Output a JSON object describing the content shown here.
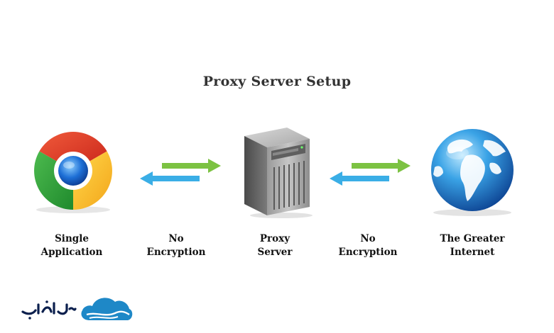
{
  "title": "Proxy Server Setup",
  "nodes": [
    {
      "id": "single-application",
      "icon": "chrome-icon",
      "label_line1": "Single",
      "label_line2": "Application"
    },
    {
      "id": "no-encryption-1",
      "icon": "double-arrow-icon",
      "label_line1": "No",
      "label_line2": "Encryption"
    },
    {
      "id": "proxy-server",
      "icon": "server-icon",
      "label_line1": "Proxy",
      "label_line2": "Server"
    },
    {
      "id": "no-encryption-2",
      "icon": "double-arrow-icon",
      "label_line1": "No",
      "label_line2": "Encryption"
    },
    {
      "id": "greater-internet",
      "icon": "globe-icon",
      "label_line1": "The Greater",
      "label_line2": "Internet"
    }
  ],
  "colors": {
    "forward_arrow": "#7cc242",
    "back_arrow": "#3aaee6",
    "cloud_logo": "#1e88c7",
    "logo_text": "#0b1f4d"
  },
  "logo": {
    "text": "ابرآروان"
  }
}
